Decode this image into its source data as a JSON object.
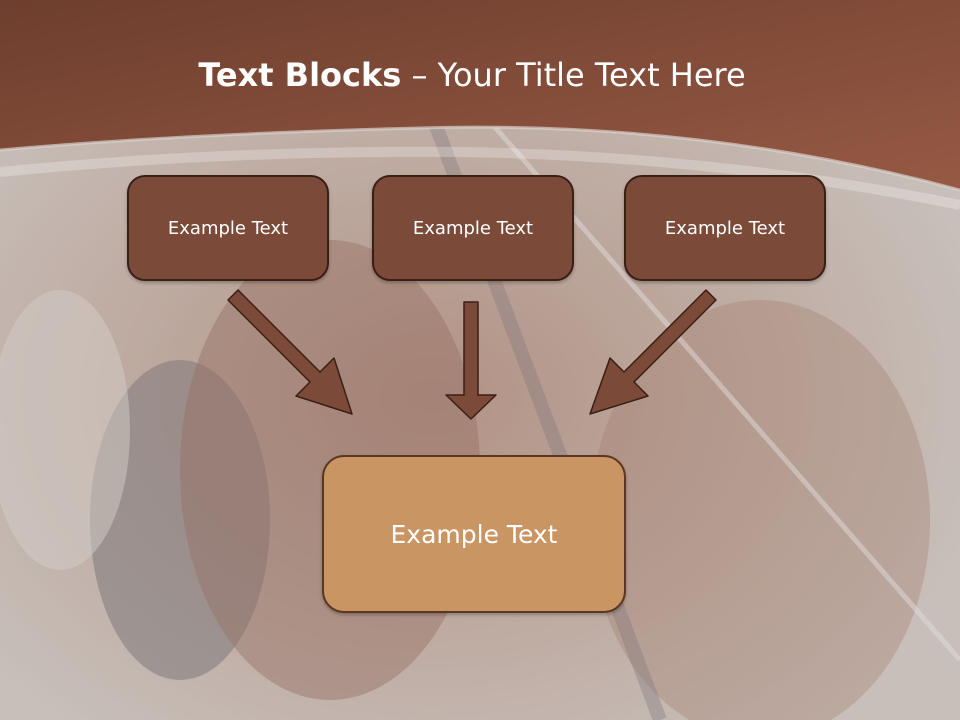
{
  "slide": {
    "title_bold": "Text Blocks",
    "title_rest": " – Your Title Text Here"
  },
  "diagram": {
    "top_boxes": [
      {
        "label": "Example Text"
      },
      {
        "label": "Example Text"
      },
      {
        "label": "Example Text"
      }
    ],
    "bottom_box": {
      "label": "Example Text"
    }
  },
  "colors": {
    "header_brown": "#8a4f3c",
    "box_fill": "#7b4a38",
    "box_border": "#3a1f15",
    "bottom_box_fill": "#c99563",
    "arrow_fill": "#7b4a38"
  }
}
